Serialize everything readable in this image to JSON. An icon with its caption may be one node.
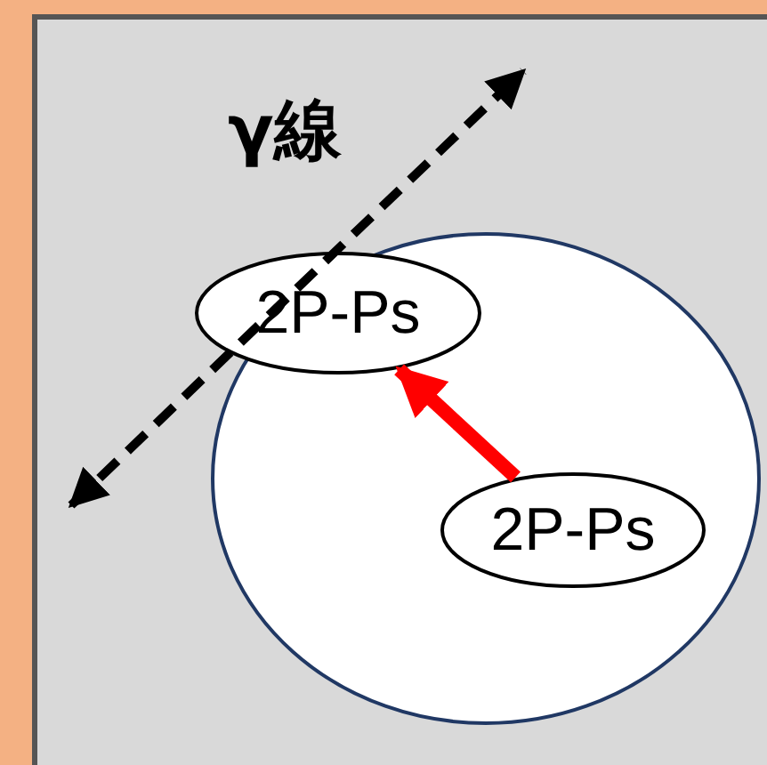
{
  "diagram": {
    "nodes": [
      {
        "text": [],
        "shape": "circle"
      },
      {
        "text": [
          "2P-Ps"
        ]
      },
      {
        "text": [
          "2P-Ps"
        ],
        "in": 0
      }
    ],
    "edges": [
      {
        "from": 2,
        "to": 1,
        "arrow": "to",
        "color": "#ff0000"
      }
    ],
    "labels": [
      "γ線"
    ]
  }
}
